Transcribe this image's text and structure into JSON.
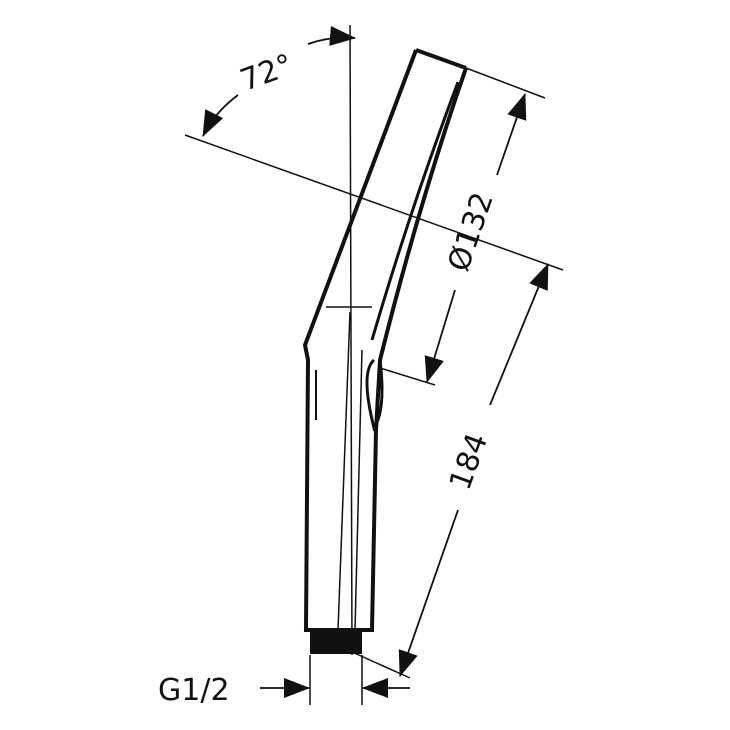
{
  "drawing": {
    "angle_label": "72°",
    "diameter_label": "Ø132",
    "length_label": "184",
    "thread_label": "G1/2"
  },
  "colors": {
    "line": "#111111",
    "background": "#ffffff"
  }
}
